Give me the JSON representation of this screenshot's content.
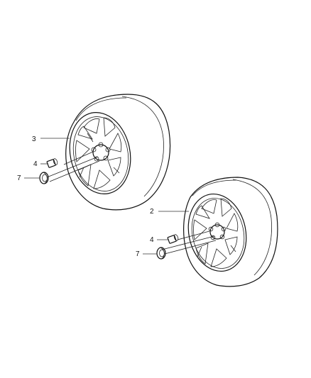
{
  "callouts": {
    "upper_wheel": "3",
    "upper_lug_nut": "4",
    "upper_center_cap": "7",
    "lower_wheel": "2",
    "lower_lug_nut": "4",
    "lower_center_cap": "7"
  }
}
